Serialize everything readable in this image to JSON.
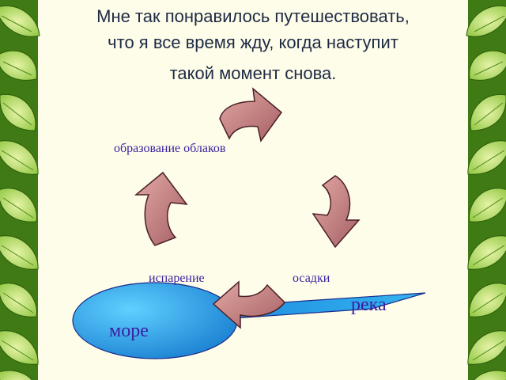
{
  "slide": {
    "title_lines": [
      "Мне так понравилось путешествовать,",
      "что я все время жду, когда наступит",
      "такой момент снова."
    ]
  },
  "cycle": {
    "clouds": "образование облаков",
    "evaporation": "испарение",
    "precipitation": "осадки",
    "river": "река",
    "sea": "море"
  },
  "colors": {
    "background": "#fdfde9",
    "leaf_dark": "#3f7a14",
    "leaf_light": "#8ec63f",
    "arrow_fill": "#c57f7f",
    "sea_fill": "#29a3e6",
    "river_fill": "#2aa0e6",
    "label_color": "#3b1fa0"
  }
}
